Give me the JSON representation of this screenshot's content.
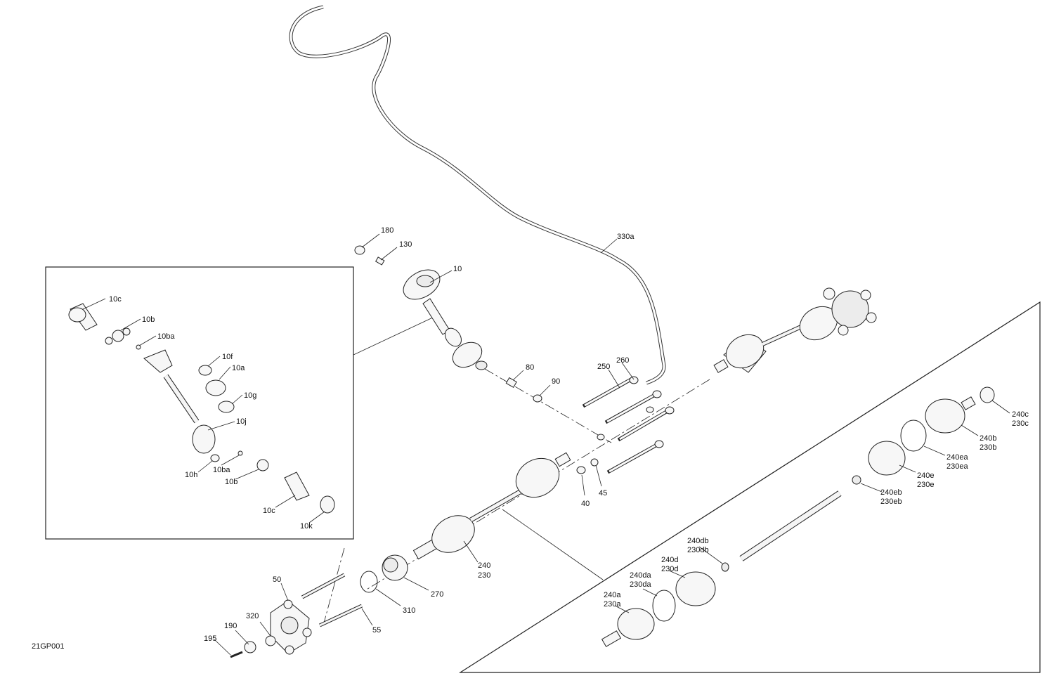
{
  "diagram_code": "21GP001",
  "callouts": {
    "c330a": "330a",
    "c180": "180",
    "c130": "130",
    "c10": "10",
    "c80": "80",
    "c90": "90",
    "c250": "250",
    "c260": "260",
    "c40": "40",
    "c45": "45",
    "c240_main": "240",
    "c230_main": "230",
    "c270": "270",
    "c310": "310",
    "c50": "50",
    "c55": "55",
    "c320": "320",
    "c190": "190",
    "c195": "195"
  },
  "inset_left": {
    "c10c_top": "10c",
    "c10b_top": "10b",
    "c10ba_top": "10ba",
    "c10f": "10f",
    "c10a": "10a",
    "c10g": "10g",
    "c10j": "10j",
    "c10h": "10h",
    "c10ba_bot": "10ba",
    "c10b_bot": "10b",
    "c10c_bot": "10c",
    "c10k": "10k"
  },
  "inset_right": {
    "c240c": "240c",
    "c230c": "230c",
    "c240b": "240b",
    "c230b": "230b",
    "c240ea": "240ea",
    "c230ea": "230ea",
    "c240e": "240e",
    "c230e": "230e",
    "c240eb": "240eb",
    "c230eb": "230eb",
    "c240db": "240db",
    "c230db": "230db",
    "c240d": "240d",
    "c230d": "230d",
    "c240da": "240da",
    "c230da": "230da",
    "c240a": "240a",
    "c230a": "230a"
  }
}
